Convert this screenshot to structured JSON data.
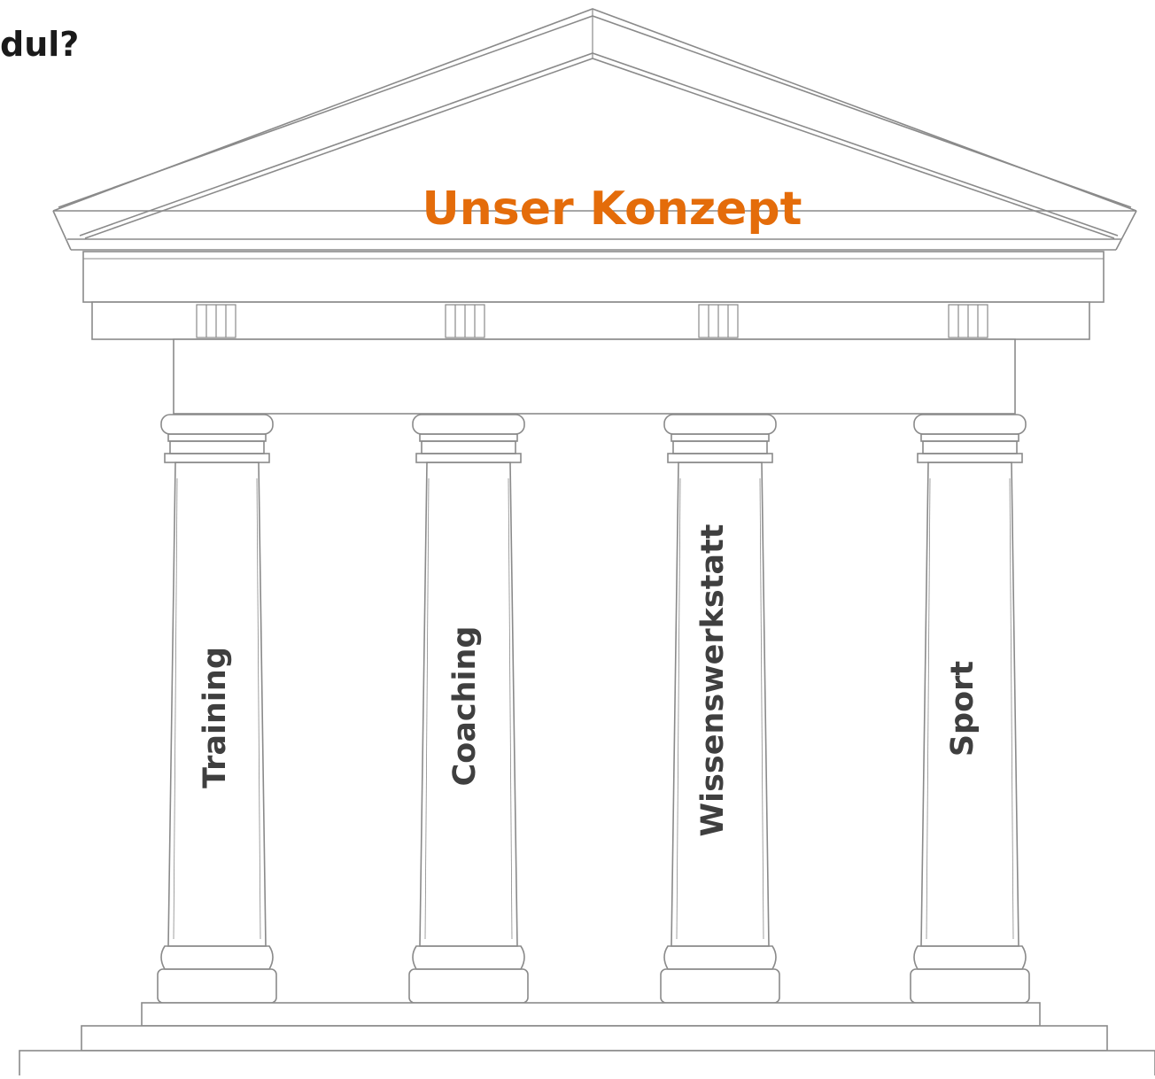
{
  "heading": "dul?",
  "title": "Unser Konzept",
  "pillars": [
    {
      "label": "Training"
    },
    {
      "label": "Coaching"
    },
    {
      "label": "Wissenswerkstatt"
    },
    {
      "label": "Sport"
    }
  ],
  "colors": {
    "title": "#e46c0a",
    "pillar_text": "#3f3f3f",
    "line": "#7f7f7f"
  }
}
